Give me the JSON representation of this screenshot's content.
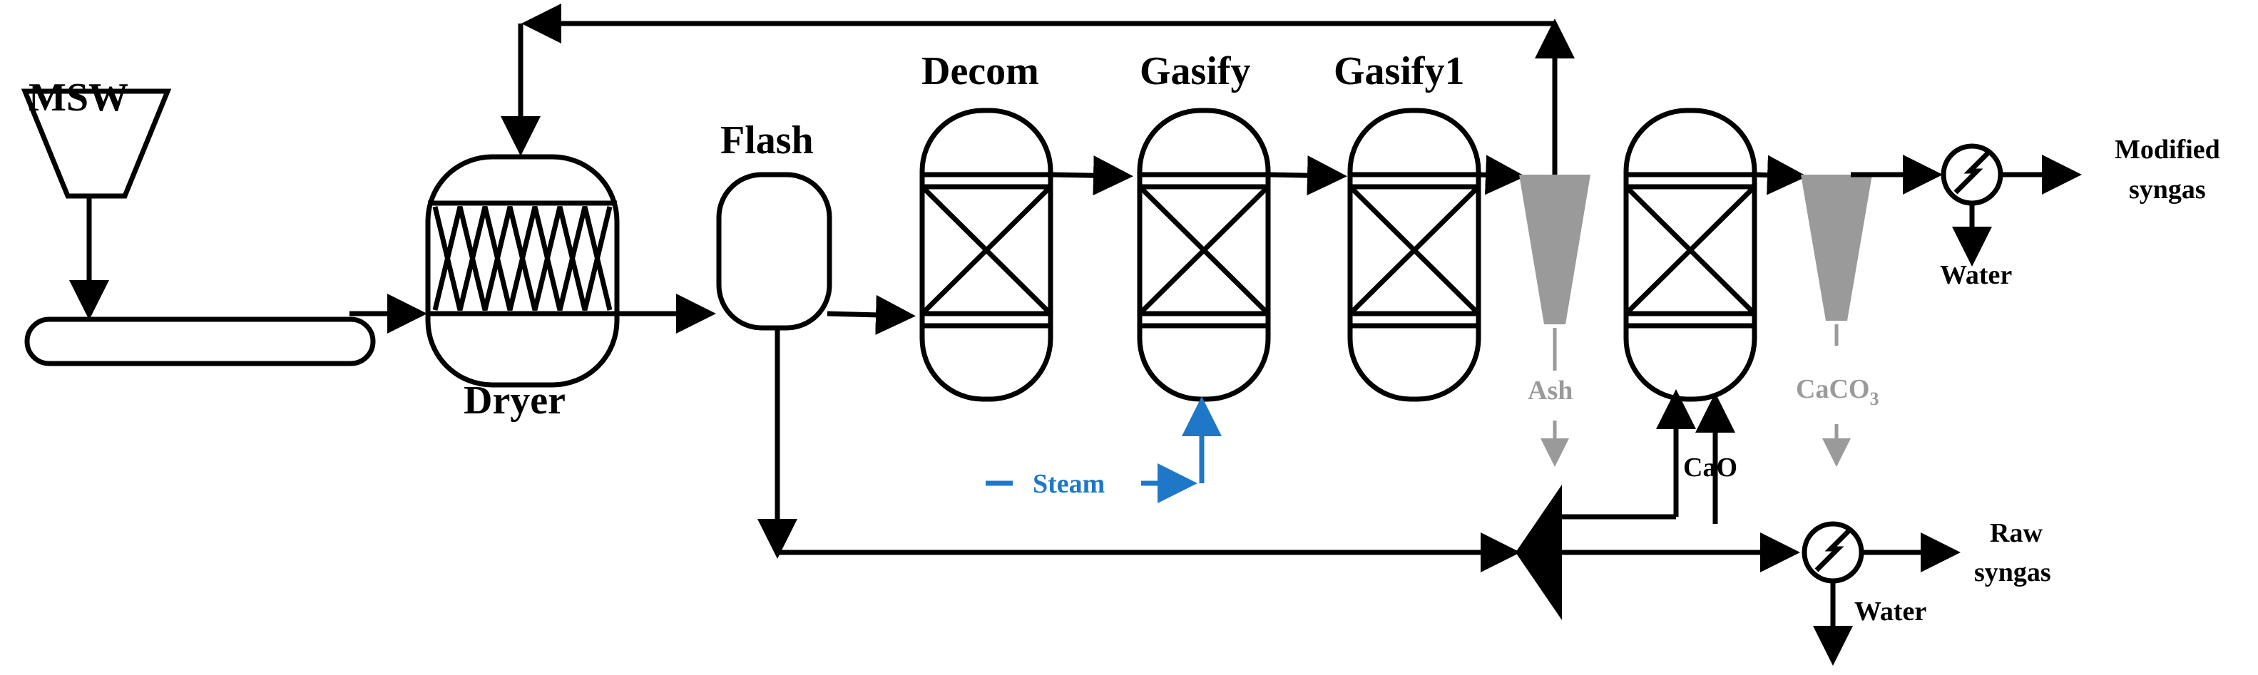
{
  "units": {
    "msw": "MSW",
    "dryer": "Dryer",
    "flash": "Flash",
    "decom": "Decom",
    "gasify": "Gasify",
    "gasify1": "Gasify1"
  },
  "streams": {
    "steam": "Steam",
    "ash": "Ash",
    "caco3_base": "CaCO",
    "caco3_sub": "3",
    "cao": "CaO",
    "water_top": "Water",
    "water_bottom": "Water",
    "modified_syngas_line1": "Modified",
    "modified_syngas_line2": "syngas",
    "raw_syngas_line1": "Raw",
    "raw_syngas_line2": "syngas"
  },
  "colors": {
    "line": "#000000",
    "steam": "#1f77c8",
    "gray_stream": "#9a9a9a",
    "cyclone_fill": "#9a9a9a"
  }
}
